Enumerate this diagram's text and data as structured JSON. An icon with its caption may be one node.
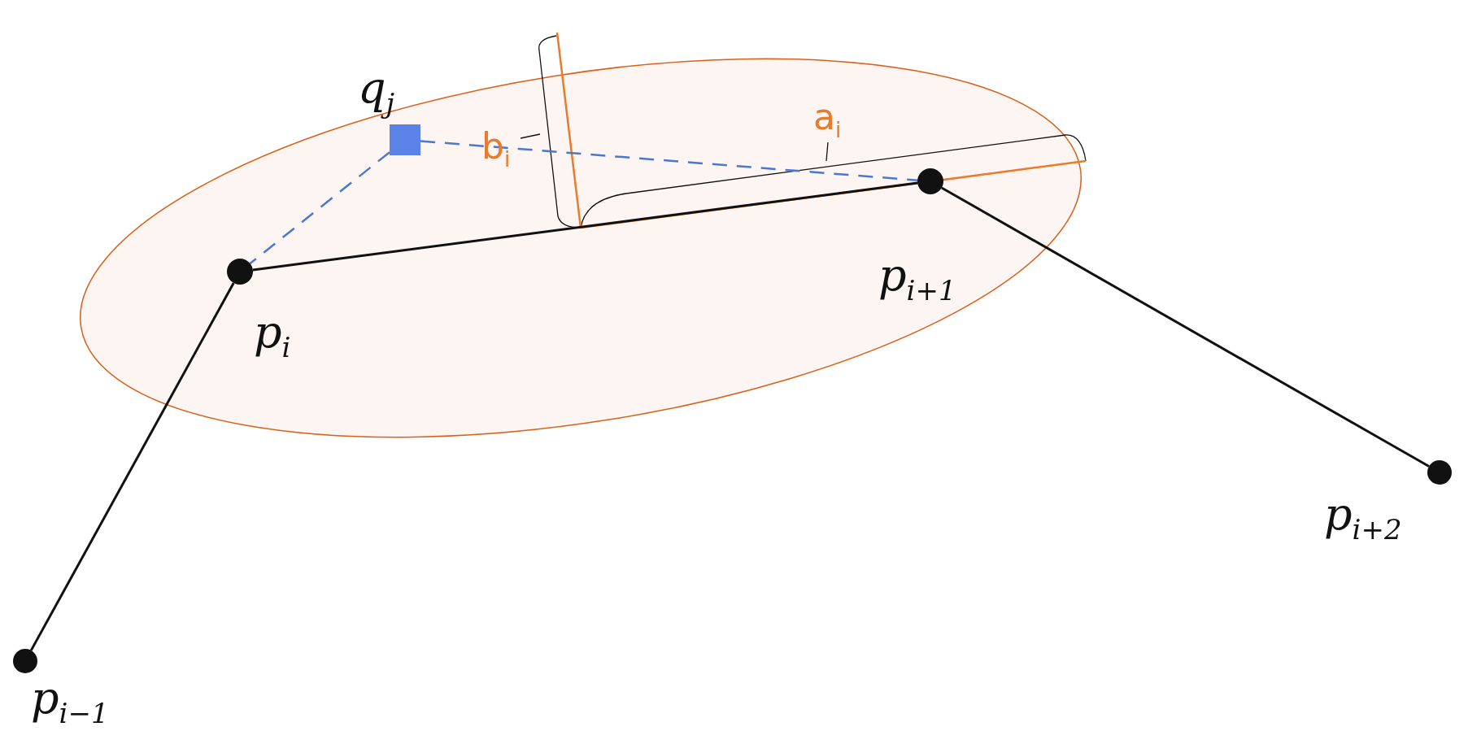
{
  "diagram": {
    "nodes": [
      {
        "text": [],
        "shape": "box",
        "beside": [
          "q$_{j}$"
        ]
      },
      {
        "text": [],
        "shape": "circle",
        "beside": [
          "p$_{i}$"
        ]
      },
      {
        "text": [],
        "shape": "circle",
        "beside": [
          "p$_{i+1}$"
        ]
      },
      {
        "text": [],
        "shape": "circle",
        "beside": [
          "p$_{i−1}$"
        ]
      },
      {
        "text": [],
        "shape": "circle",
        "beside": [
          "p$_{i+2}$"
        ]
      }
    ],
    "edges": [
      {
        "from": 3,
        "to": 1,
        "arrow": "none"
      },
      {
        "from": 1,
        "to": 2,
        "arrow": "none"
      },
      {
        "from": 2,
        "to": 4,
        "arrow": "none"
      },
      {
        "from": 0,
        "to": 1,
        "arrow": "none",
        "style": "dashed",
        "color": "#4a77d4"
      },
      {
        "from": 0,
        "to": 2,
        "arrow": "none",
        "style": "dashed",
        "color": "#4a77d4"
      }
    ],
    "labels": [
      "b$_{i}$",
      "a$_{i}$"
    ]
  }
}
